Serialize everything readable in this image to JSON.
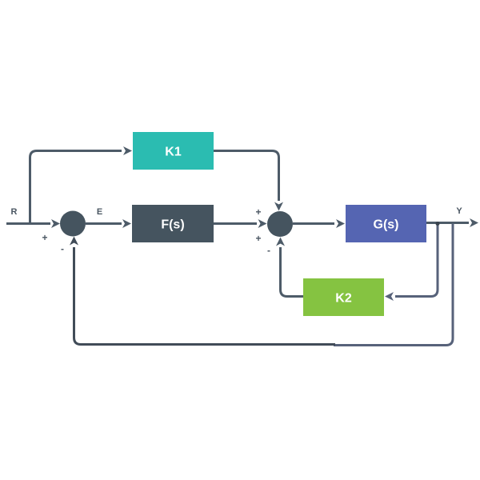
{
  "diagram": {
    "type": "control-system-block-diagram",
    "blocks": [
      {
        "id": "k1",
        "label": "K1",
        "color": "#2BBCB1"
      },
      {
        "id": "f",
        "label": "F(s)",
        "color": "#45545F"
      },
      {
        "id": "g",
        "label": "G(s)",
        "color": "#5565B2"
      },
      {
        "id": "k2",
        "label": "K2",
        "color": "#85C341"
      }
    ],
    "signals": {
      "input": "R",
      "error": "E",
      "output": "Y"
    },
    "junctions": [
      {
        "id": "sum1",
        "signs": [
          {
            "pos": "left",
            "value": "+"
          },
          {
            "pos": "bottom",
            "value": "-"
          }
        ]
      },
      {
        "id": "sum2",
        "signs": [
          {
            "pos": "top-left",
            "value": "+"
          },
          {
            "pos": "bottom-left",
            "value": "+"
          },
          {
            "pos": "bottom",
            "value": "-"
          }
        ]
      }
    ],
    "colors": {
      "line": "#4D5B68",
      "feedback_line": "#57627A",
      "bottom_line": "#414C58",
      "junction_fill": "#45545F",
      "label_text": "#4A5662",
      "block_text": "#FFFFFF",
      "branch_dot": "#39434E",
      "background": "#FFFFFF"
    }
  }
}
